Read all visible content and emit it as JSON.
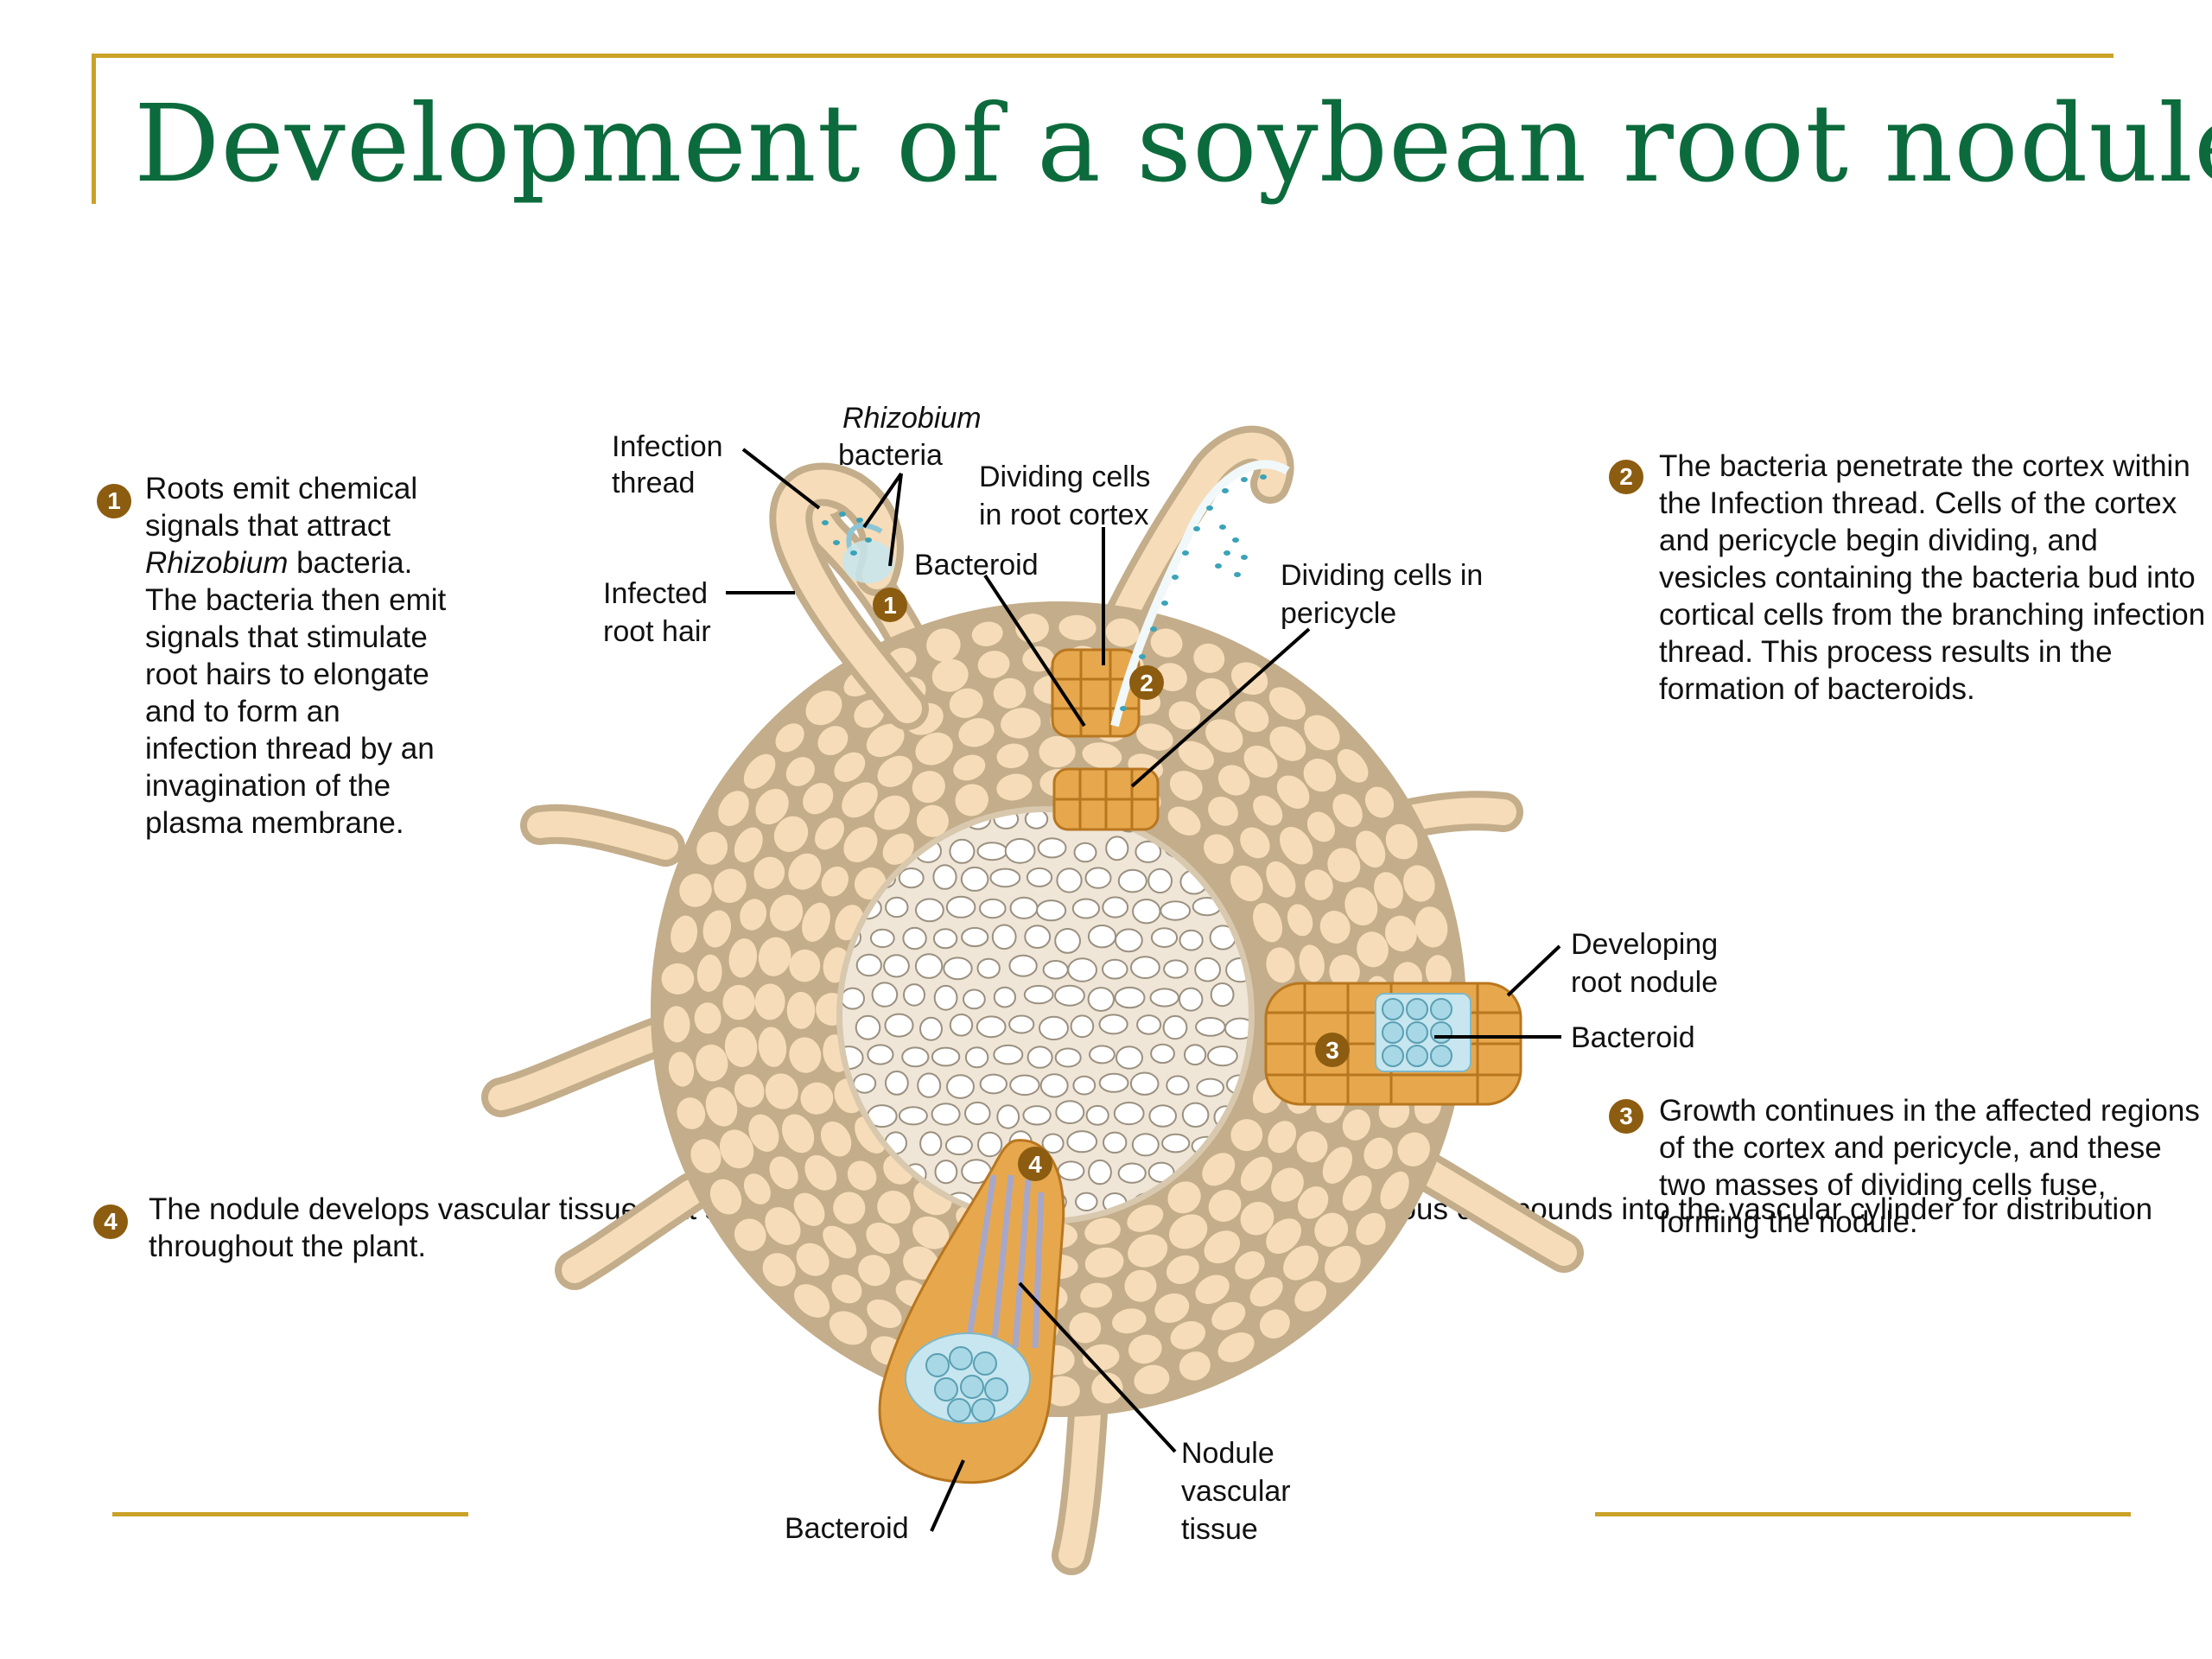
{
  "title": "Development of a soybean root nodule",
  "colors": {
    "title": "#0c6b3c",
    "accent_rule": "#c9a227",
    "step_badge": "#8c5c10",
    "tissue_outline": "#c3ad8a",
    "cortex_cell": "#f6dcb8",
    "dividing_cells": "#e7a84d",
    "bacteroid": "#c7e6ef",
    "bacteria_dots": "#3aa3b7"
  },
  "steps": [
    {
      "number": "1",
      "line1": "Roots emit chemical",
      "line2": "signals that attract",
      "line3_italic": "Rhizobium",
      "line3_rest": " bacteria.",
      "rest": "The bacteria then emit\nsignals that stimulate\nroot hairs to elongate\nand to form an\ninfection thread by an\ninvagination of the\nplasma membrane."
    },
    {
      "number": "2",
      "text": "The bacteria penetrate the\ncortex within the Infection\nthread. Cells of the cortex\nand pericycle begin\ndividing, and vesicles\ncontaining the bacteria\nbud into cortical cells from\nthe branching infection\nthread. This process\nresults in the formation of\nbacteroids."
    },
    {
      "number": "3",
      "text": "Growth continues in the\naffected regions of the\ncortex and pericycle,\nand these two masses\nof dividing cells fuse,\nforming the nodule."
    },
    {
      "number": "4",
      "text": "The nodule develops\nvascular tissue that\nsupplies nutrients to the\nnodule and carries\nnitrogenous compounds\ninto the vascular\ncylinder for distribution\nthroughout the plant."
    }
  ],
  "labels": {
    "infection_thread": [
      "Infection",
      "thread"
    ],
    "rhizobium_bacteria": [
      "Rhizobium",
      "bacteria"
    ],
    "dividing_cells_cortex": [
      "Dividing cells",
      "in root cortex"
    ],
    "infected_root_hair": [
      "Infected",
      "root hair"
    ],
    "bacteroid_top": "Bacteroid",
    "dividing_cells_pericycle": [
      "Dividing cells in",
      "pericycle"
    ],
    "developing_root_nodule": [
      "Developing",
      "root nodule"
    ],
    "bacteroid_right": "Bacteroid",
    "bacteroid_bottom": "Bacteroid",
    "nodule_vascular_tissue": [
      "Nodule",
      "vascular",
      "tissue"
    ]
  },
  "markers": [
    "1",
    "2",
    "3",
    "4"
  ]
}
